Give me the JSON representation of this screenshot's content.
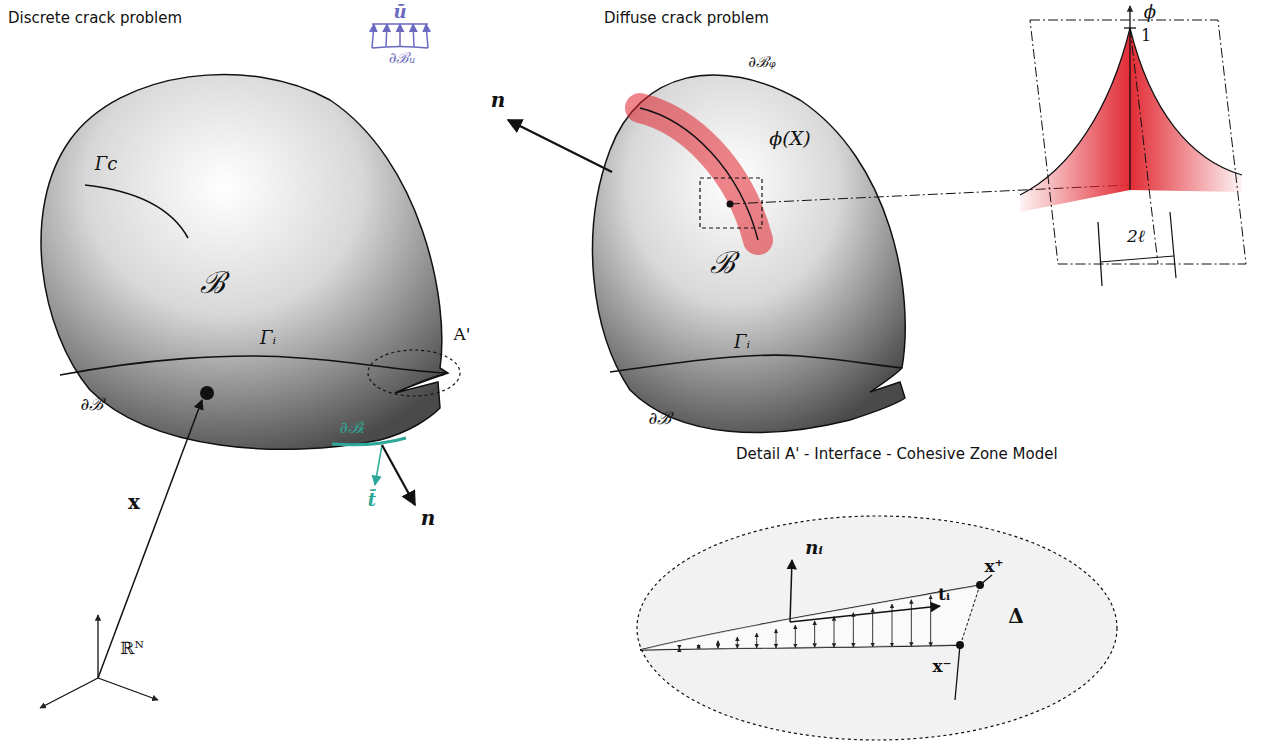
{
  "diagram": {
    "labels": [
      "Discrete crack problem",
      "Diffuse crack problem",
      "Detail A' - Interface - Cohesive Zone Model",
      "ū",
      "∂ℬᵤ",
      "Γc",
      "ℬ",
      "A'",
      "Γᵢ",
      "∂ℬ",
      "∂ℬₜ",
      "t̄",
      "n",
      "x",
      "ℝᴺ",
      "∂ℬᵩ",
      "n",
      "ϕ(X)",
      "ℬ",
      "Γᵢ",
      "∂ℬ",
      "ϕ",
      "1",
      "2ℓ",
      "nᵢ",
      "x⁺",
      "x⁻",
      "tᵢ",
      "Δ"
    ]
  }
}
